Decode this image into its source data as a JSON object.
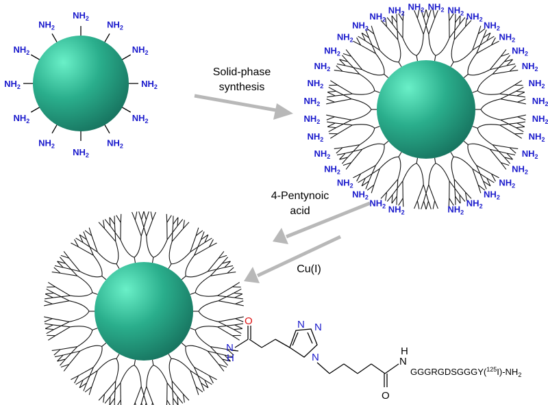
{
  "labels": {
    "amine_main": "NH",
    "amine_sub": "2",
    "step1_line1": "Solid-phase",
    "step1_line2": "synthesis",
    "step2_line1": "4-Pentynoic",
    "step2_line2": "acid",
    "step3": "Cu(I)",
    "atom_n": "N",
    "atom_o": "O",
    "atom_nh_n": "N",
    "atom_nh_h": "H",
    "peptide_main": "GGGRGDSGGGY(",
    "peptide_sup": "125",
    "peptide_end": "I)-NH",
    "peptide_sub": "2"
  },
  "colors": {
    "sphere_light": "#6af0c8",
    "sphere_mid": "#2aae8c",
    "sphere_dark": "#146a58",
    "amine": "#1a1acc",
    "oxygen": "#dd1111",
    "arrow": "#b8b8b8"
  }
}
